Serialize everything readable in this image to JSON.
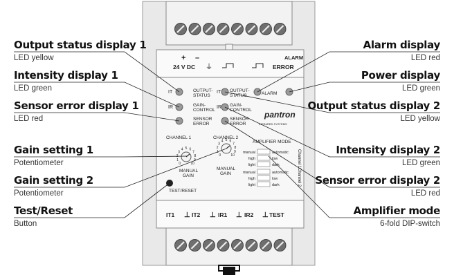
{
  "callouts": {
    "output_status_1": {
      "title": "Output status display 1",
      "sub": "LED yellow"
    },
    "intensity_1": {
      "title": "Intensity display 1",
      "sub": "LED green"
    },
    "sensor_error_1": {
      "title": "Sensor error display 1",
      "sub": "LED red"
    },
    "gain_setting_1": {
      "title": "Gain setting 1",
      "sub": "Potentiometer"
    },
    "gain_setting_2": {
      "title": "Gain setting 2",
      "sub": "Potentiometer"
    },
    "test_reset": {
      "title": "Test/Reset",
      "sub": "Button"
    },
    "alarm_display": {
      "title": "Alarm display",
      "sub": "LED red"
    },
    "power_display": {
      "title": "Power display",
      "sub": "LED green"
    },
    "output_status_2": {
      "title": "Output status display 2",
      "sub": "LED yellow"
    },
    "intensity_2": {
      "title": "Intensity display 2",
      "sub": "LED green"
    },
    "sensor_error_2": {
      "title": "Sensor error display 2",
      "sub": "LED red"
    },
    "amplifier_mode": {
      "title": "Amplifier mode",
      "sub": "6-fold DIP-switch"
    }
  },
  "device": {
    "top_terminal": {
      "plus": "+",
      "minus": "–",
      "voltage": "24 V DC",
      "ground": "⏚",
      "alarm": "ALARM",
      "error": "ERROR"
    },
    "panel": {
      "it": "IT",
      "ir": "IR",
      "output_status": [
        "OUTPUT-",
        "STATUS"
      ],
      "gain_control": [
        "GAIN-",
        "CONTROL"
      ],
      "sensor_error": [
        "SENSOR",
        "ERROR"
      ],
      "alarm": "ALARM",
      "brand": "pantron",
      "brand_sub": "INFRARED SYSTEMS",
      "channel1": "CHANNEL 1",
      "channel2": "CHANNEL 2",
      "amp_mode": "AMPLIFIER MODE",
      "manual_gain": [
        "MANUAL",
        "GAIN"
      ],
      "test_reset": "TEST/RESET",
      "side_ch1": "Channel 1",
      "side_ch2": "Channel 2",
      "dip_left": [
        "manual",
        "high",
        "light",
        "manual",
        "high",
        "light"
      ],
      "dip_right": [
        "automatic",
        "low",
        "dark",
        "automatic",
        "low",
        "dark"
      ],
      "dial_ticks": [
        "1",
        "2",
        "3",
        "4",
        "5",
        "6",
        "7",
        "8",
        "9",
        "10"
      ],
      "dial_zero": "0"
    },
    "bottom_terminal": {
      "labels": [
        "IT1",
        "⊥",
        "IT2",
        "⊥",
        "IR1",
        "⊥",
        "IR2",
        "⊥",
        "TEST"
      ]
    }
  }
}
